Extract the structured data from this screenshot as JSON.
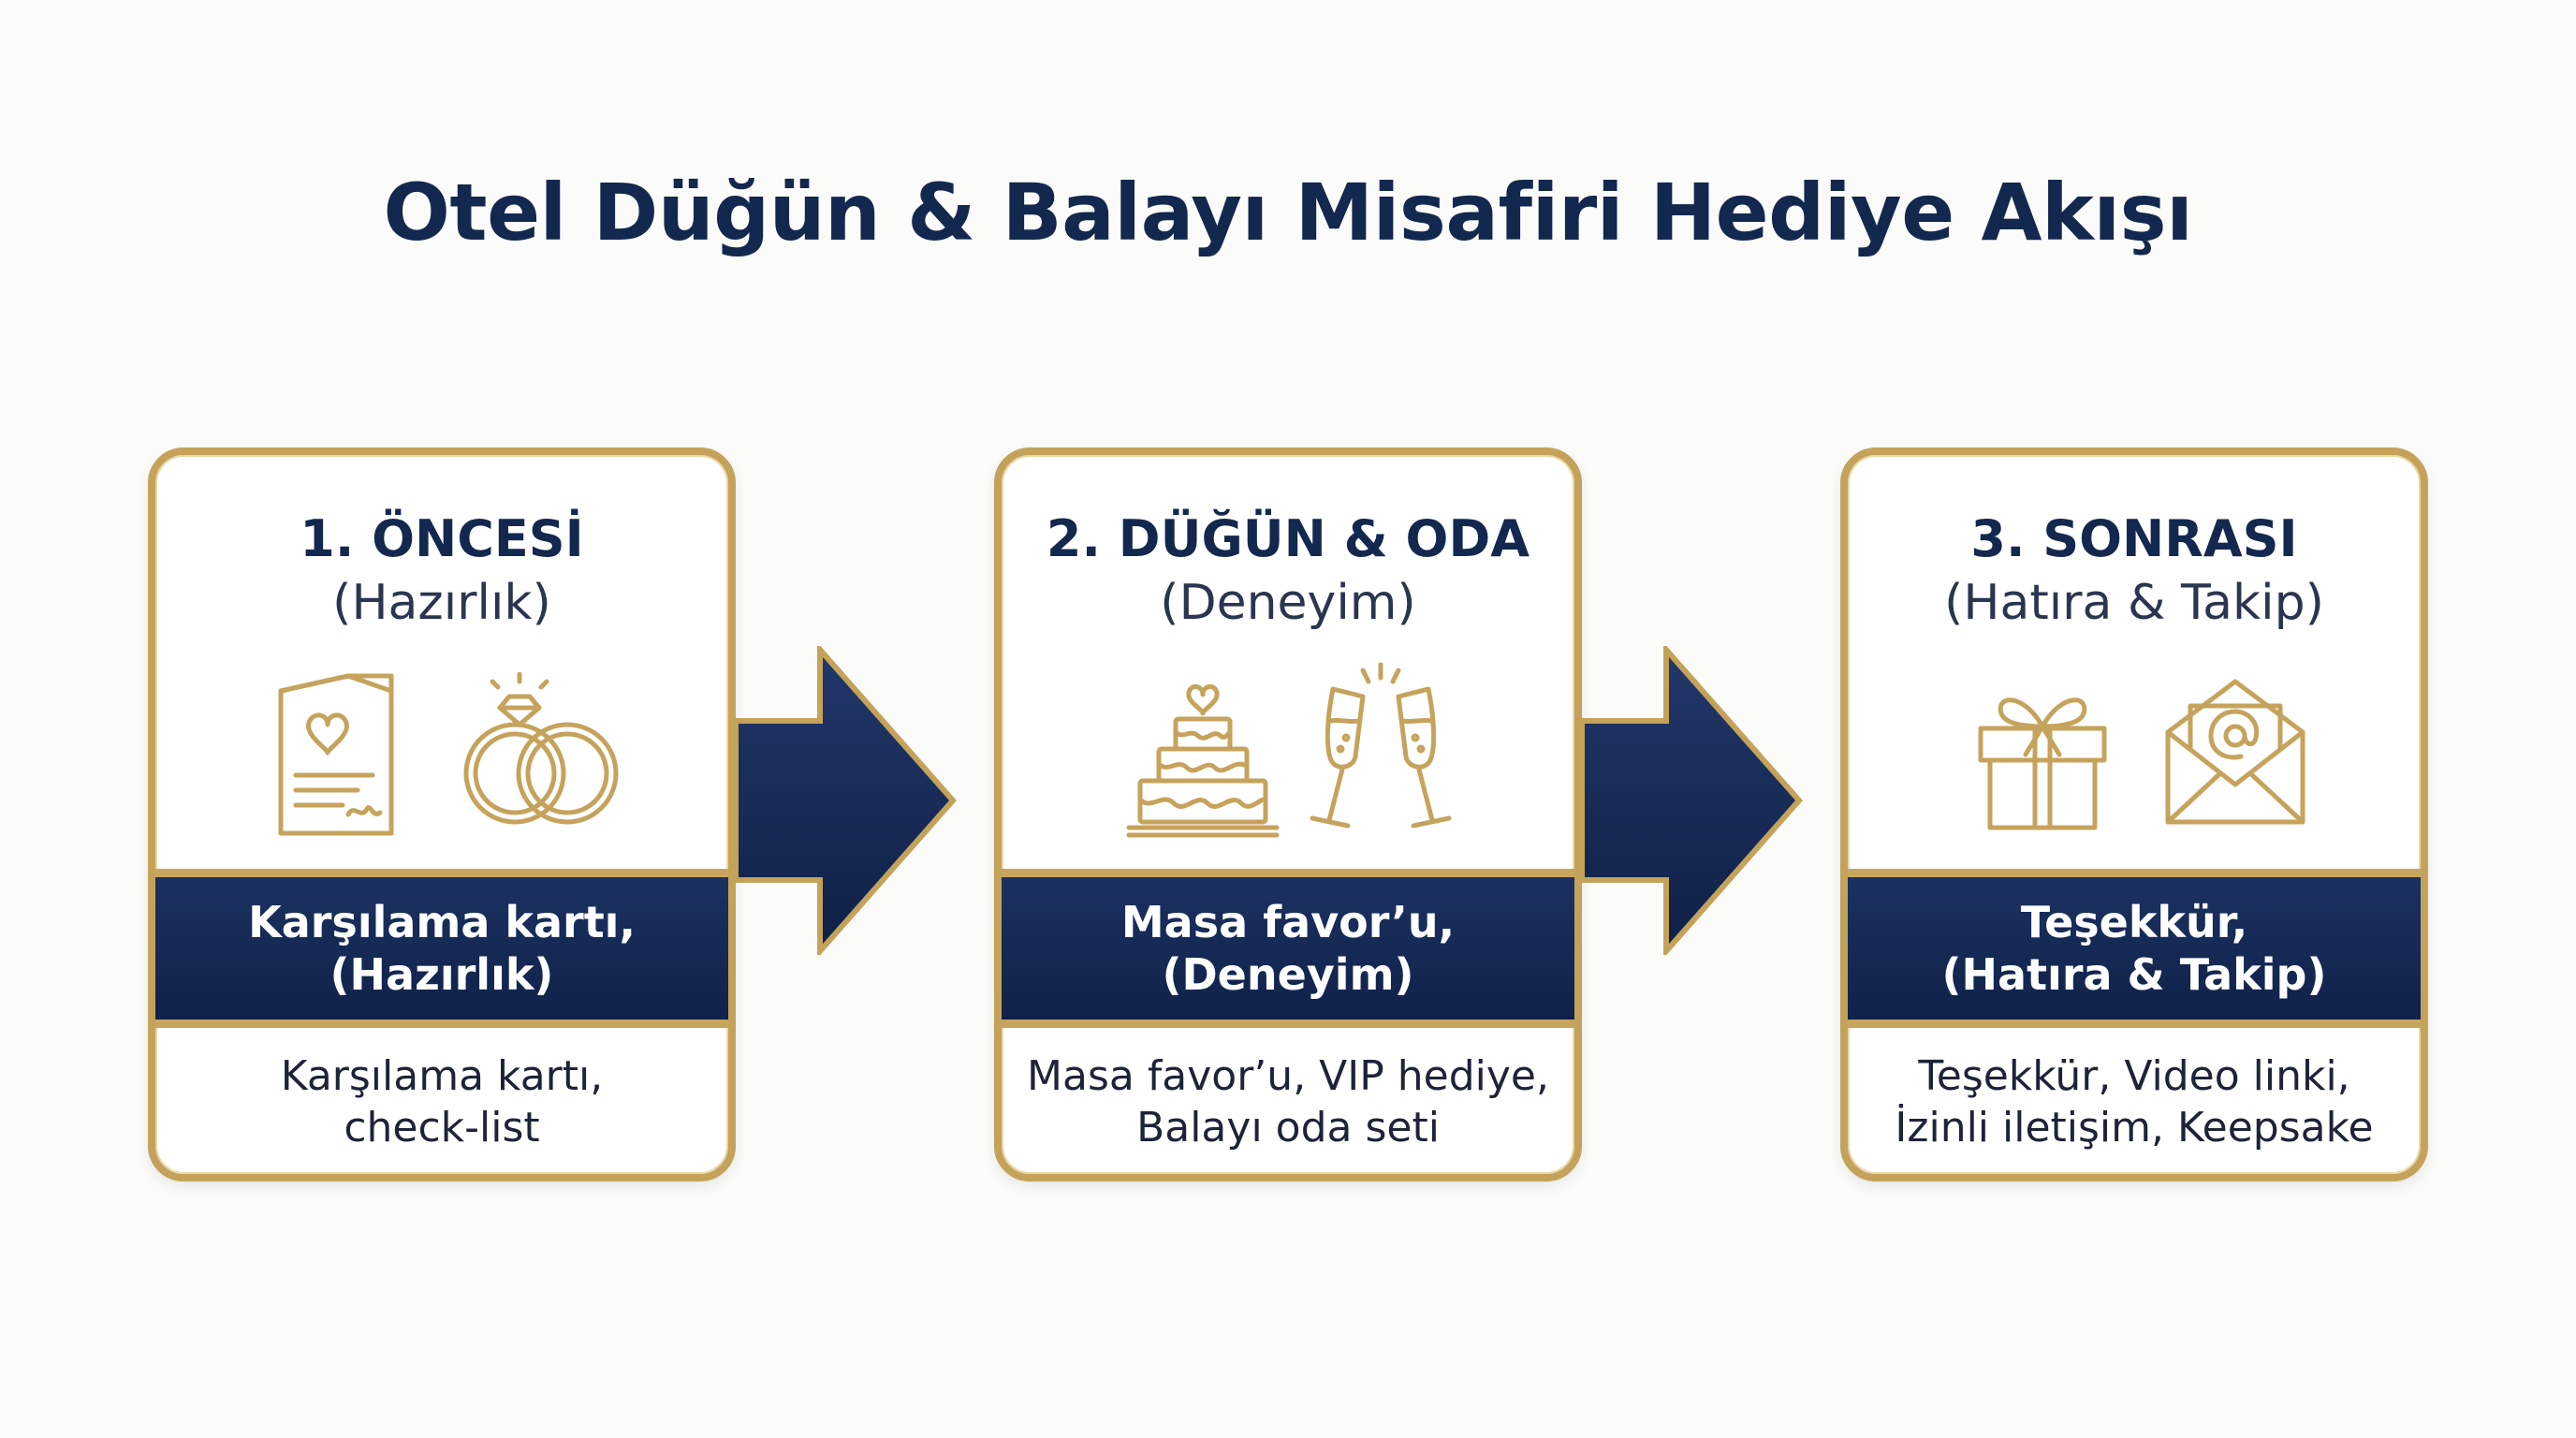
{
  "title": "Otel Düğün & Balayı Misafiri Hediye Akışı",
  "colors": {
    "navy": "#13284e",
    "gold": "#c4a25a",
    "background": "#fbfbf9"
  },
  "steps": [
    {
      "title": "1. ÖNCESİ",
      "subtitle": "(Hazırlık)",
      "band": "Karşılama kartı,\n(Hazırlık)",
      "description": "Karşılama kartı,\ncheck-list",
      "icons": [
        "greeting-card-icon",
        "wedding-rings-icon"
      ]
    },
    {
      "title": "2. DÜĞÜN & ODA",
      "subtitle": "(Deneyim)",
      "band": "Masa favor’u,\n(Deneyim)",
      "description": "Masa favor’u, VIP hediye,\nBalayı oda seti",
      "icons": [
        "wedding-cake-icon",
        "champagne-glasses-icon"
      ]
    },
    {
      "title": "3. SONRASI",
      "subtitle": "(Hatıra & Takip)",
      "band": "Teşekkür,\n(Hatıra & Takip)",
      "description": "Teşekkür, Video linki,\nİzinli iletişim, Keepsake",
      "icons": [
        "gift-box-icon",
        "email-envelope-icon"
      ]
    }
  ]
}
